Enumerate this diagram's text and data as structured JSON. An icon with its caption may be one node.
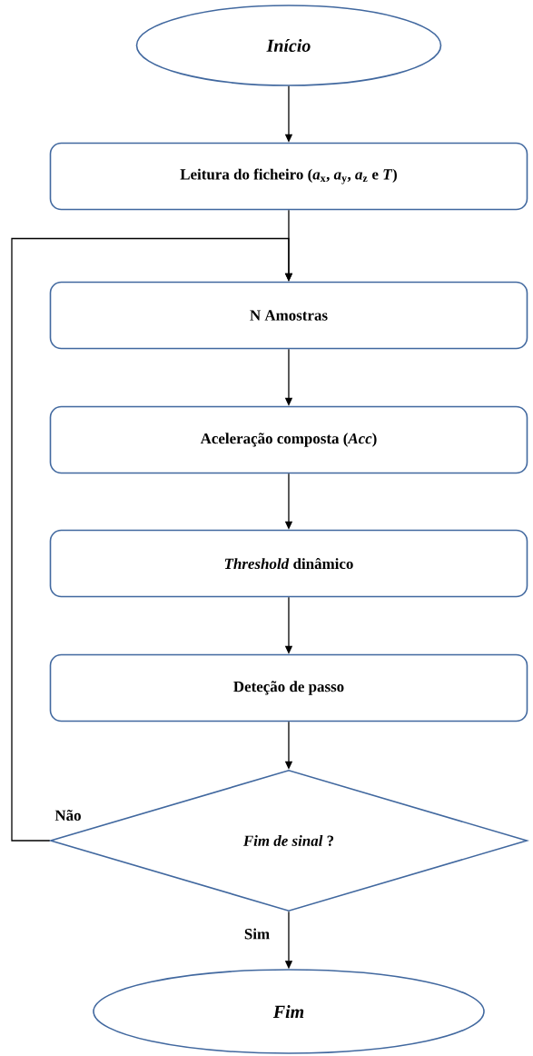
{
  "diagram": {
    "nodes": [
      {
        "text": [
          "Início"
        ]
      },
      {
        "text": [
          "Leitura do ficheiro (*a*$_{x}$, *a*$_{y}$, *a*$_{z}$ e *T*)"
        ]
      },
      {
        "text": [
          "N Amostras"
        ]
      },
      {
        "text": [
          "Aceleração composta (*Acc*)"
        ]
      },
      {
        "text": [
          "*Threshold* dinâmico"
        ]
      },
      {
        "text": [
          "Deteção de passo"
        ]
      },
      {
        "text": [
          "*Fim de sinal* ?"
        ]
      },
      {
        "text": [
          "Fim"
        ]
      }
    ],
    "edges": [
      {
        "from": 0,
        "to": 1,
        "arrow": "to"
      },
      {
        "from": 1,
        "to": 2,
        "arrow": "to"
      },
      {
        "from": 2,
        "to": 3,
        "arrow": "to"
      },
      {
        "from": 3,
        "to": 4,
        "arrow": "to"
      },
      {
        "from": 4,
        "to": 5,
        "arrow": "to"
      },
      {
        "from": 5,
        "to": 6,
        "arrow": "to"
      },
      {
        "from": 6,
        "to": 2,
        "arrow": "to",
        "label": "Não"
      },
      {
        "from": 6,
        "to": 7,
        "arrow": "to",
        "label": "Sim"
      }
    ]
  }
}
